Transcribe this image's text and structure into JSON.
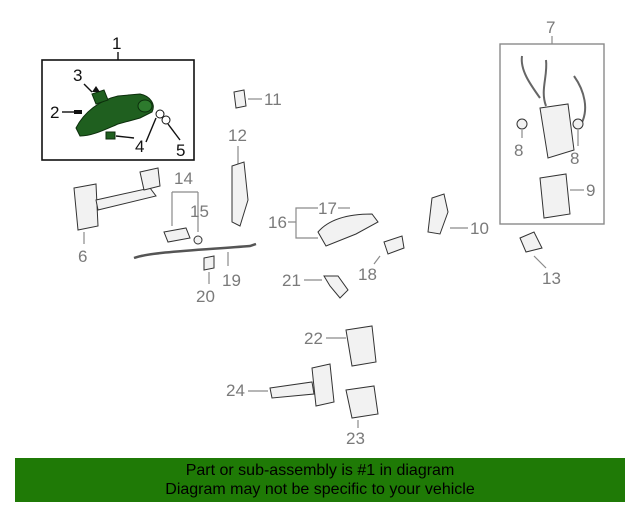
{
  "callouts": {
    "c1": "1",
    "c2": "2",
    "c3": "3",
    "c4": "4",
    "c5": "5",
    "c6": "6",
    "c7": "7",
    "c8a": "8",
    "c8b": "8",
    "c9": "9",
    "c10": "10",
    "c11": "11",
    "c12": "12",
    "c13": "13",
    "c14": "14",
    "c15": "15",
    "c16": "16",
    "c17": "17",
    "c18": "18",
    "c19": "19",
    "c20": "20",
    "c21": "21",
    "c22": "22",
    "c23": "23",
    "c24": "24"
  },
  "banner": {
    "line1": "Part or sub-assembly is #1 in diagram",
    "line2": "Diagram may not be specific to your vehicle"
  },
  "colors": {
    "highlight_part": "#1f5f1f",
    "banner_bg": "#1f7a06"
  }
}
